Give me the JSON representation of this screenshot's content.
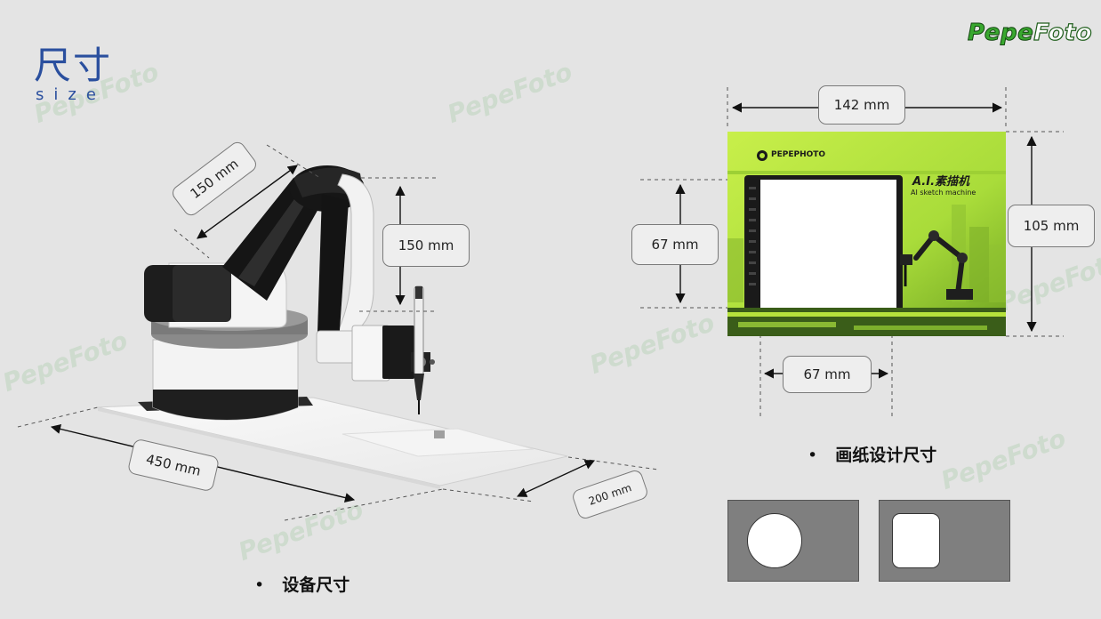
{
  "title": {
    "cn": "尺寸",
    "en": "size"
  },
  "logo": {
    "part1": "Pepe",
    "part2": "Foto"
  },
  "watermark": {
    "text": "PepeFoto"
  },
  "device": {
    "arm_length": "150 mm",
    "height": "150 mm",
    "base_length": "450 mm",
    "base_width": "200 mm",
    "caption": "设备尺寸"
  },
  "paper": {
    "width": "142 mm",
    "height": "105 mm",
    "inner_height": "67 mm",
    "inner_width": "67 mm",
    "brand": "PEPEPHOTO",
    "headline": "A.I.素描机",
    "subline": "AI sketch machine",
    "caption": "画纸设计尺寸"
  },
  "colors": {
    "accent": "#2a4f9e",
    "paper_green": "#b6e33c",
    "frame_gray": "#7f7f7f"
  }
}
